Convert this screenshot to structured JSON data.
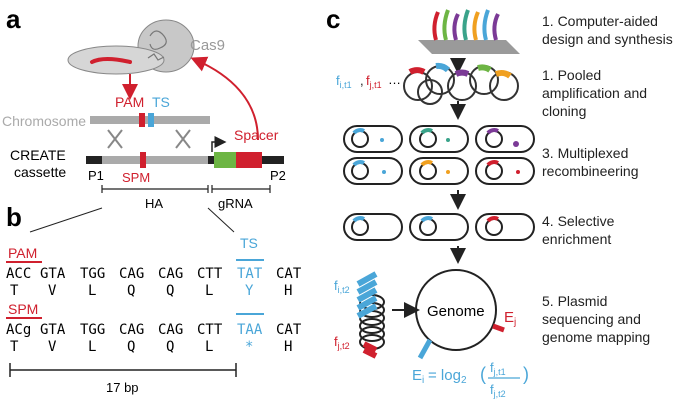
{
  "panel_a": {
    "letter": "a",
    "cas9": "Cas9",
    "pam": "PAM",
    "ts": "TS",
    "chromosome": "Chromosome",
    "spacer": "Spacer",
    "create_line1": "CREATE",
    "create_line2": "cassette",
    "p1": "P1",
    "p2": "P2",
    "spm": "SPM",
    "ha": "HA",
    "grna": "gRNA"
  },
  "panel_b": {
    "letter": "b",
    "pam": "PAM",
    "ts": "TS",
    "spm": "SPM",
    "row1_codons": [
      "ACC",
      "GTA",
      "TGG",
      "CAG",
      "CAG",
      "CTT",
      "TAT",
      "CAT"
    ],
    "row1_aa": [
      "T",
      "V",
      "L",
      "Q",
      "Q",
      "L",
      "Y",
      "H"
    ],
    "row2_codons": [
      "ACg",
      "GTA",
      "TGG",
      "CAG",
      "CAG",
      "CTT",
      "TAA",
      "CAT"
    ],
    "row2_aa": [
      "T",
      "V",
      "L",
      "Q",
      "Q",
      "L",
      "*",
      "H"
    ],
    "scale": "17 bp"
  },
  "panel_c": {
    "letter": "c",
    "step1": [
      "1. Computer-aided",
      "design and synthesis"
    ],
    "step2": [
      "1. Pooled",
      "amplification and",
      "cloning"
    ],
    "step3": [
      "3. Multiplexed",
      "recombineering"
    ],
    "step4": [
      "4. Selective",
      "enrichment"
    ],
    "step5": [
      "5. Plasmid",
      "sequencing and",
      "genome mapping"
    ],
    "f_it1": "f",
    "f_it1_sub": "i,t1",
    "f_jt1": "f",
    "f_jt1_sub": "j,t1",
    "dots": "…",
    "comma": ",",
    "f_it2": "f",
    "f_it2_sub": "i,t2",
    "f_jt2": "f",
    "f_jt2_sub": "j,t2",
    "genome": "Genome",
    "ej": "E",
    "ej_sub": "j",
    "ei": "E",
    "ei_sub": "i",
    "eq_prefix": " = log",
    "eq_base": "2",
    "eq_num": "f",
    "eq_num_sub": "j,t1",
    "eq_den": "f",
    "eq_den_sub": "j,t2"
  },
  "colors": {
    "red": "#d0202e",
    "blue": "#4aa6d8",
    "green": "#6db544",
    "gray": "#aaaaaa",
    "dark": "#222222",
    "purple": "#7b3a96",
    "orange": "#f0a020",
    "teal": "#3aa38a",
    "yellow": "#f2c230"
  }
}
